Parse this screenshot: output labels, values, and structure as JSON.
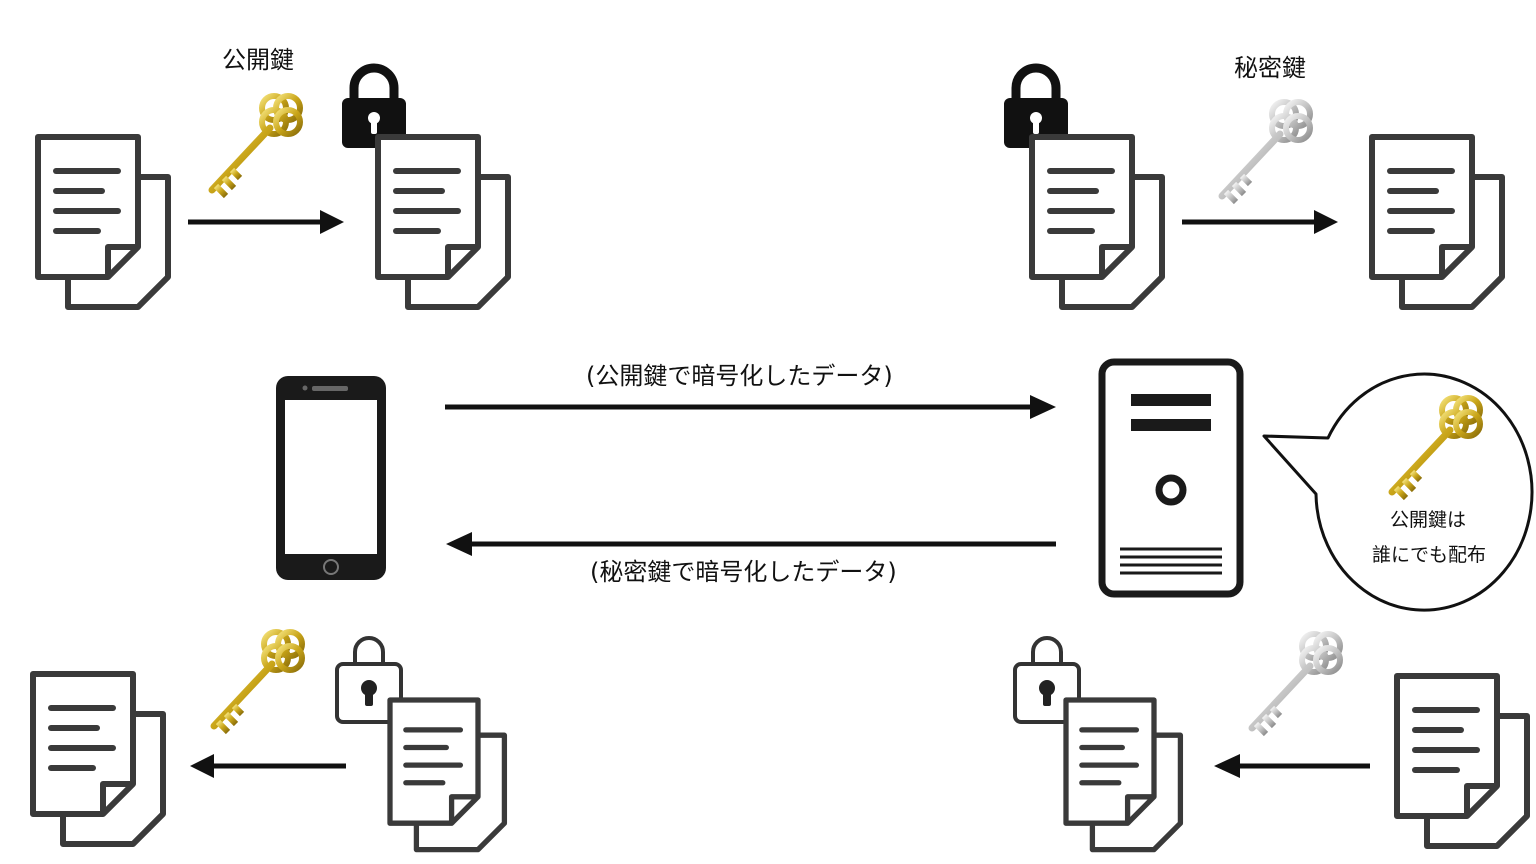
{
  "top_left": {
    "key_label": "公開鍵"
  },
  "top_right": {
    "key_label": "秘密鍵"
  },
  "arrow_forward": {
    "label": "(公開鍵で暗号化したデータ)"
  },
  "arrow_back": {
    "label": "(秘密鍵で暗号化したデータ)"
  },
  "bubble": {
    "line1": "公開鍵は",
    "line2": "誰にでも配布"
  },
  "colors": {
    "gold_key": "#d4b62a",
    "silver_key": "#c8c8c8",
    "document_stroke": "#3a3a3a",
    "device": "#1a1a1a"
  }
}
